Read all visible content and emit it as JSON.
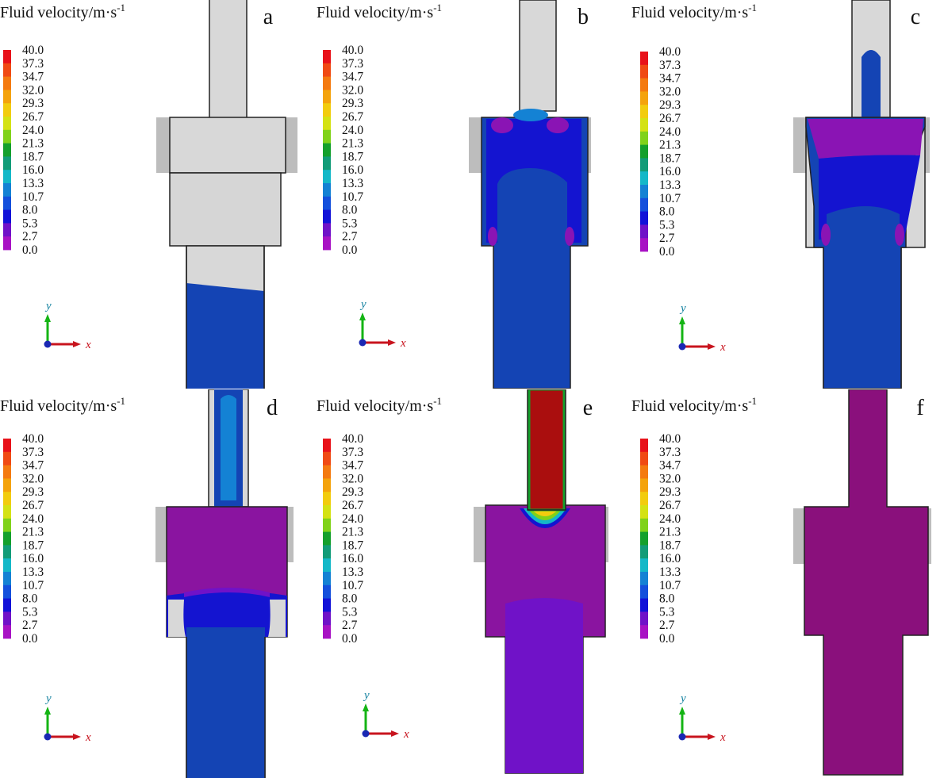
{
  "legend": {
    "title_main": "Fluid velocity/m·s",
    "title_sup": "-1",
    "levels": [
      "40.0",
      "37.3",
      "34.7",
      "32.0",
      "29.3",
      "26.7",
      "24.0",
      "21.3",
      "18.7",
      "16.0",
      "13.3",
      "10.7",
      "8.0",
      "5.3",
      "2.7",
      "0.0"
    ],
    "colors": [
      "#e8121a",
      "#f04a14",
      "#f47a10",
      "#f4a30c",
      "#f2cc0e",
      "#d4e214",
      "#80d21a",
      "#14a02c",
      "#129c78",
      "#14b8c8",
      "#1482d4",
      "#1450dc",
      "#1212d8",
      "#7012c8",
      "#a812c4",
      "#c41ab4"
    ]
  },
  "axes": {
    "x": "x",
    "y": "y"
  },
  "panels": [
    {
      "label": "a"
    },
    {
      "label": "b"
    },
    {
      "label": "c"
    },
    {
      "label": "d"
    },
    {
      "label": "e"
    },
    {
      "label": "f"
    }
  ],
  "colors": {
    "gray": "#d8d8d8",
    "gray_side": "#bdbdbd",
    "blue_main": "#1444b4",
    "blue_deep": "#1414d0",
    "purple": "#8a14a0",
    "violet": "#6a12c8",
    "red": "#aa0e0e",
    "axis_x": "#c8141e",
    "axis_y": "#14b414",
    "origin": "#1a28b4"
  }
}
